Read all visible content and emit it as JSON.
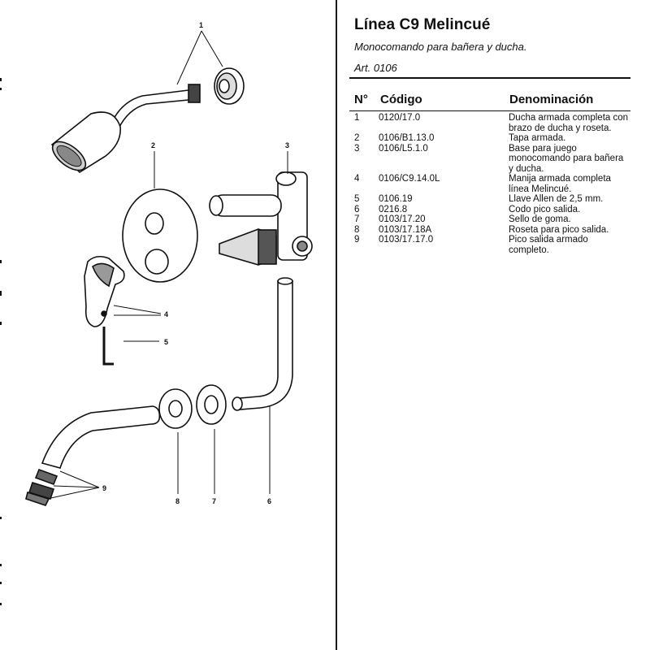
{
  "header": {
    "title": "Línea C9 Melincué",
    "subtitle": "Monocomando para bañera y ducha.",
    "article": "Art. 0106"
  },
  "table": {
    "columns": [
      "N°",
      "Código",
      "Denominación"
    ],
    "rows": [
      {
        "n": "1",
        "code": "0120/17.0",
        "name": "Ducha armada completa con brazo de ducha y roseta."
      },
      {
        "n": "2",
        "code": "0106/B1.13.0",
        "name": "Tapa armada."
      },
      {
        "n": "3",
        "code": "0106/L5.1.0",
        "name": "Base para juego monocomando para bañera y ducha."
      },
      {
        "n": "4",
        "code": "0106/C9.14.0L",
        "name": "Manija armada completa línea Melincué."
      },
      {
        "n": "5",
        "code": "0106.19",
        "name": "Llave Allen de 2,5 mm."
      },
      {
        "n": "6",
        "code": "0216.8",
        "name": "Codo pico salida."
      },
      {
        "n": "7",
        "code": "0103/17.20",
        "name": "Sello de goma."
      },
      {
        "n": "8",
        "code": "0103/17.18A",
        "name": "Roseta para pico salida."
      },
      {
        "n": "9",
        "code": "0103/17.17.0",
        "name": "Pico salida armado completo."
      }
    ]
  },
  "callouts": {
    "c1": "1",
    "c2": "2",
    "c3": "3",
    "c4": "4",
    "c5": "5",
    "c6": "6",
    "c7": "7",
    "c8": "8",
    "c9": "9"
  }
}
